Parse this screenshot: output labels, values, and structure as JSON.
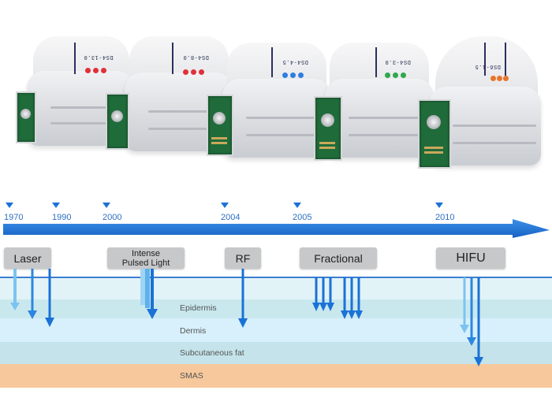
{
  "photo": {
    "cartridges": [
      {
        "label": "DS4-13.0",
        "dot_color": "#e0303a"
      },
      {
        "label": "DS4-8.0",
        "dot_color": "#e0303a"
      },
      {
        "label": "DS4-4.5",
        "dot_color": "#2f7de0"
      },
      {
        "label": "DS4-3.0",
        "dot_color": "#2ea84a"
      },
      {
        "label": "DS6-1.5",
        "dot_color": "#e8752a"
      }
    ]
  },
  "timeline": {
    "years": [
      "1970",
      "1990",
      "2000",
      "2004",
      "2005",
      "2010"
    ],
    "arrow_color": "#1a72d6"
  },
  "technologies": {
    "laser": "Laser",
    "ipl_line1": "Intense",
    "ipl_line2": "Pulsed Light",
    "rf": "RF",
    "fractional": "Fractional",
    "hifu": "HIFU"
  },
  "layers": {
    "epidermis": "Epidermis",
    "dermis": "Dermis",
    "subcutaneous": "Subcutaneous fat",
    "smas": "SMAS"
  },
  "colors": {
    "epidermis": "#c9e8ee",
    "dermis": "#d7f0fb",
    "subcutaneous": "#c4e3ea",
    "smas": "#f6c89c",
    "penetration_arrow": "#1a72d6",
    "shallow_arrow": "#7cc3f0"
  }
}
